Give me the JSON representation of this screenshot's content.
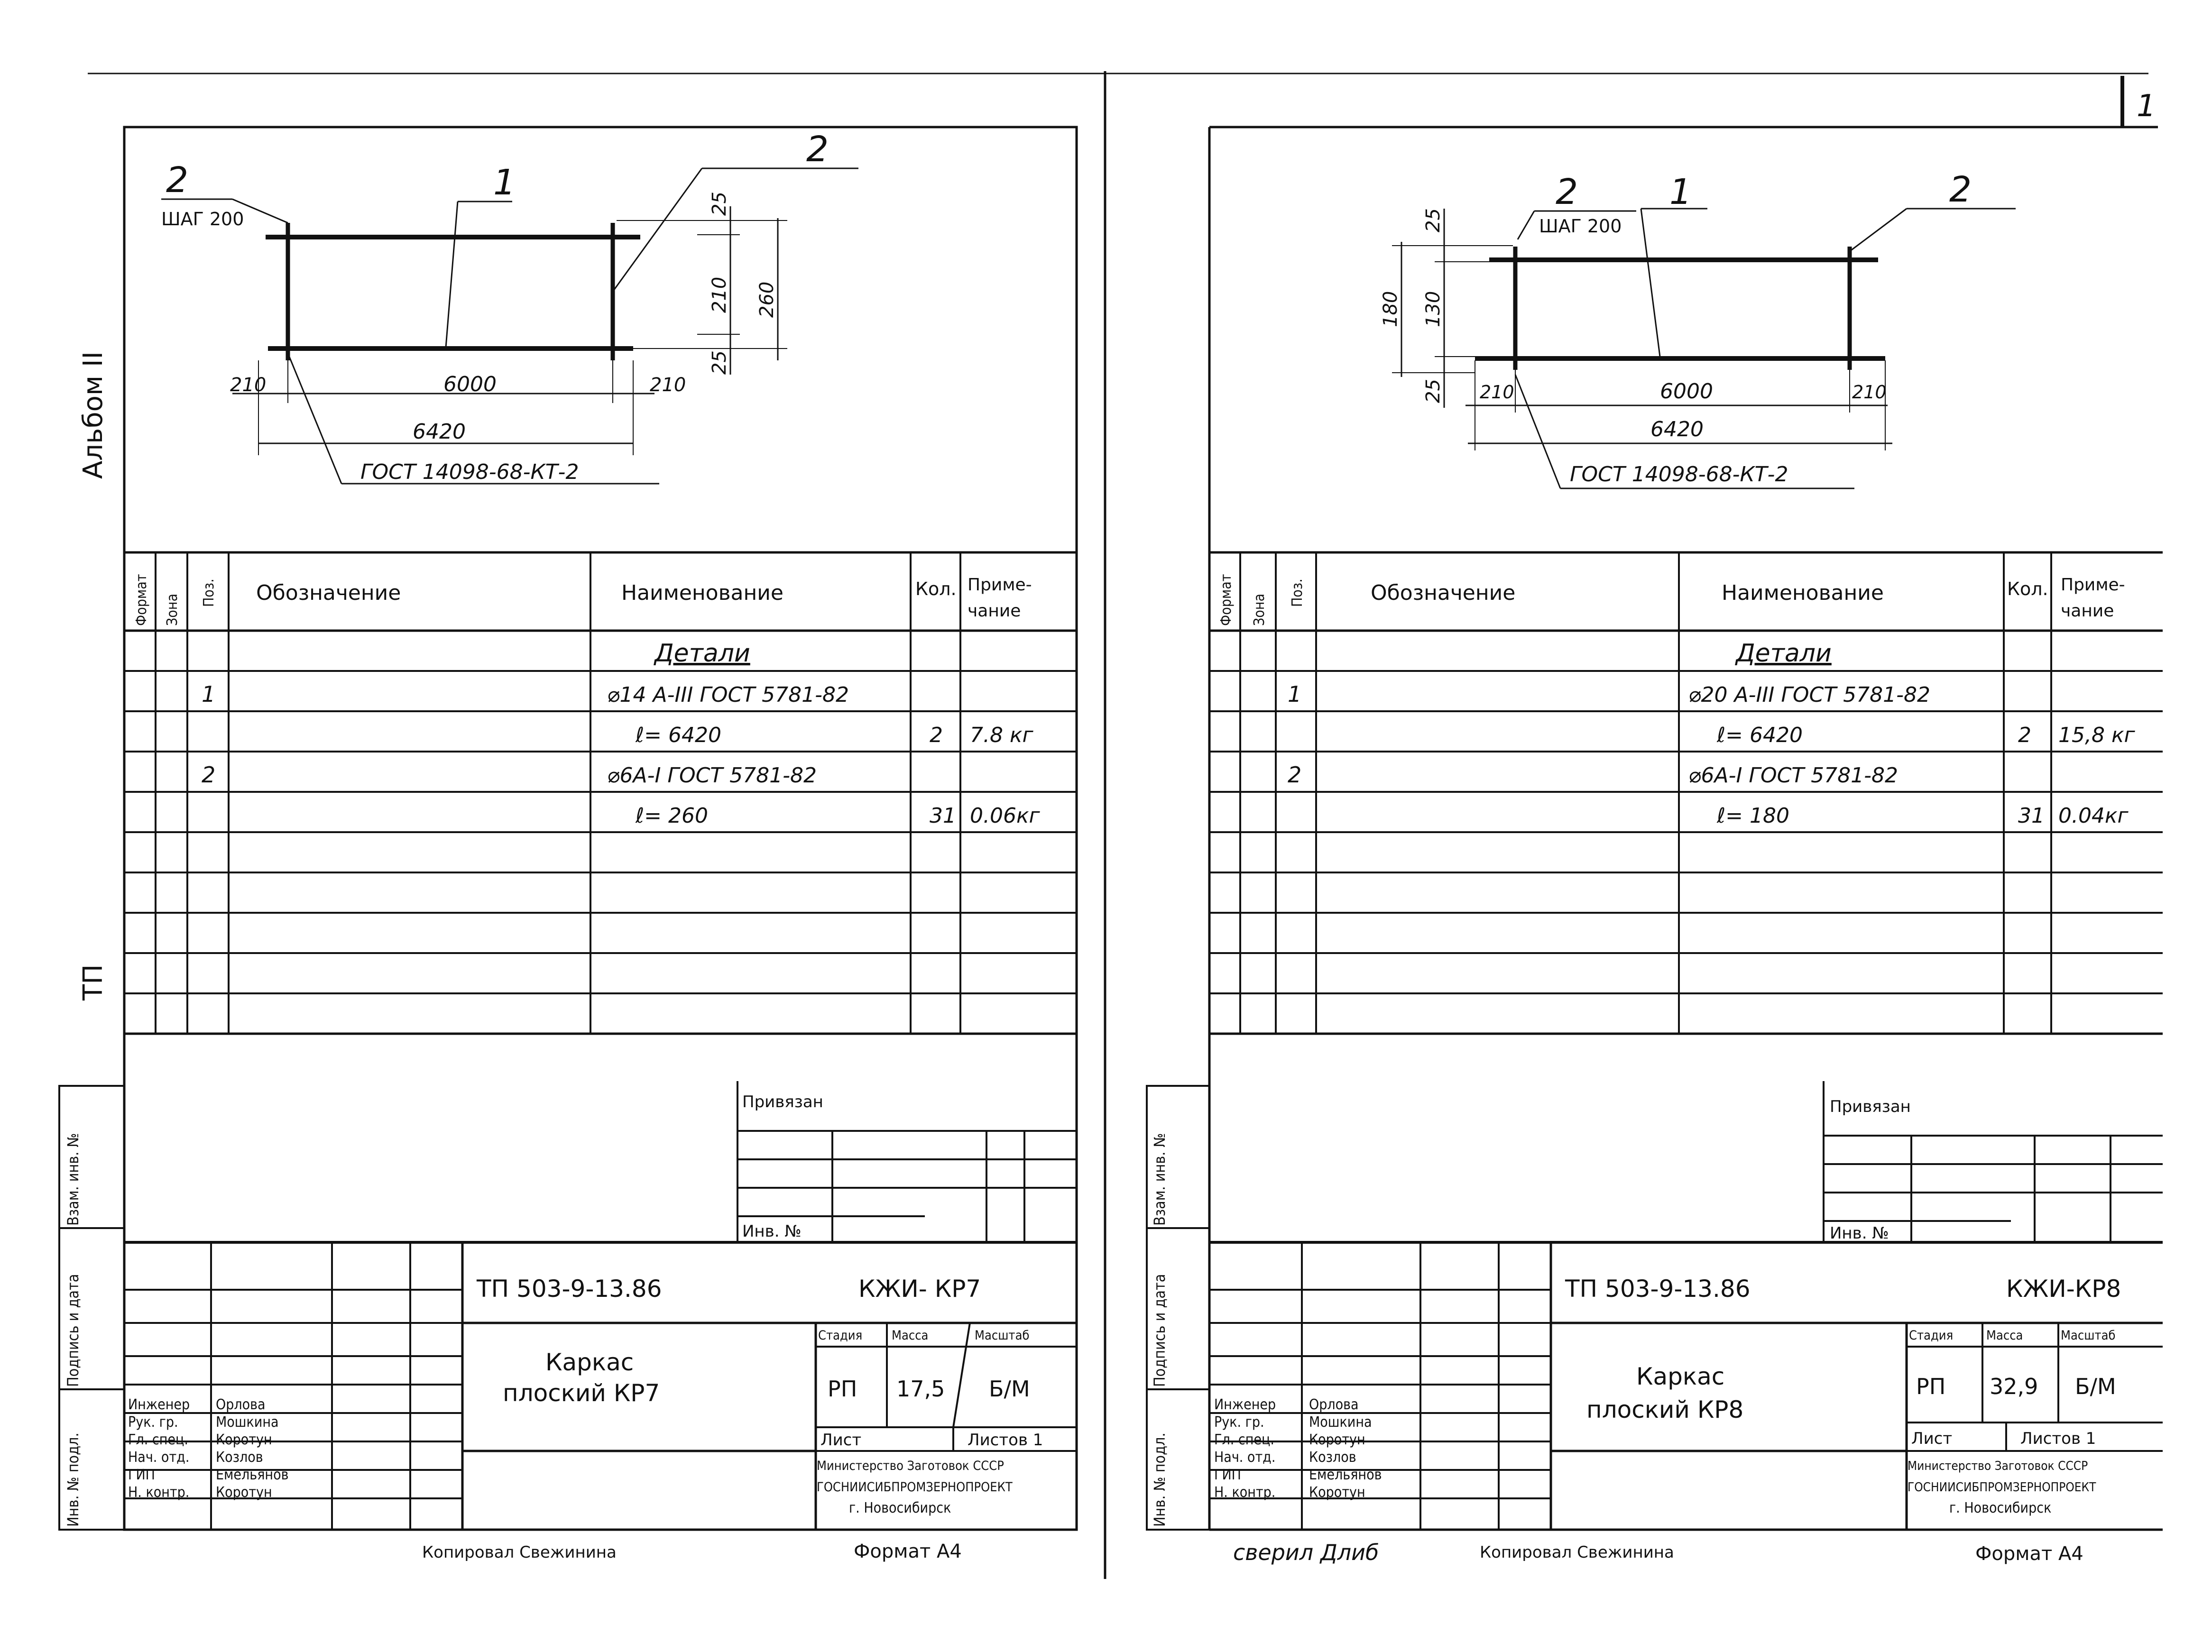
{
  "album_label": "Альбом II",
  "tp_label": "ТП",
  "side_stamp": [
    "Инв. № подл.",
    "Подпись и дата",
    "Взам. инв. №"
  ],
  "headers": {
    "format": "Формат",
    "zone": "Зона",
    "pos": "Поз.",
    "designation": "Обозначение",
    "name": "Наименование",
    "qty": "Кол.",
    "note": "Приме-\nчание"
  },
  "stamp_labels": {
    "privyazan": "Привязан",
    "inv_no": "Инв. №",
    "stage": "Стадия",
    "mass": "Масса",
    "scale": "Масштаб",
    "sheet": "Лист",
    "sheets": "Листов 1",
    "org_line1": "Министерство Заготовок СССР",
    "org_line2": "ГОСНИИСИБПРОМЗЕРНОПРОЕКТ",
    "org_line3": "г. Новосибирск"
  },
  "personnel": [
    {
      "role": "Инженер",
      "name": "Орлова"
    },
    {
      "role": "Рук. гр.",
      "name": "Мошкина"
    },
    {
      "role": "Гл. спец.",
      "name": "Коротун"
    },
    {
      "role": "Нач. отд.",
      "name": "Козлов"
    },
    {
      "role": "ГИП",
      "name": "Емельянов"
    },
    {
      "role": "Н. контр.",
      "name": "Коротун"
    }
  ],
  "sheets": [
    {
      "id": "kp7",
      "drawing": {
        "pos1": "1",
        "pos2_left": "2",
        "pos2_right": "2",
        "step": "ШАГ 200",
        "dim_top": "25",
        "dim_mid": "210",
        "dim_bot": "25",
        "dim_total_h": "260",
        "dim_left": "210",
        "dim_center": "6000",
        "dim_right": "210",
        "dim_total": "6420",
        "gost": "ГОСТ 14098-68-КТ-2"
      },
      "rows": [
        {
          "pos": "",
          "name": "Детали",
          "qty": "",
          "note": ""
        },
        {
          "pos": "1",
          "name": "⌀14 A-III ГОСТ 5781-82",
          "qty": "",
          "note": ""
        },
        {
          "pos": "",
          "name": "ℓ= 6420",
          "qty": "2",
          "note": "7.8 кг"
        },
        {
          "pos": "2",
          "name": "⌀6A-I ГОСТ 5781-82",
          "qty": "",
          "note": ""
        },
        {
          "pos": "",
          "name": "ℓ= 260",
          "qty": "31",
          "note": "0.06кг"
        }
      ],
      "doc_code": "ТП   503-9-13.86",
      "mark": "КЖИ- КР7",
      "title_line1": "Каркас",
      "title_line2": "плоский    КР7",
      "stage": "РП",
      "mass": "17,5",
      "scale": "Б/М",
      "copied": "Копировал Свежинина",
      "format_label": "Формат А4"
    },
    {
      "id": "kp8",
      "drawing": {
        "pos1": "1",
        "pos2_left": "2",
        "pos2_right": "2",
        "step": "ШАГ 200",
        "dim_top": "25",
        "dim_mid": "130",
        "dim_bot": "25",
        "dim_total_h": "180",
        "dim_left": "210",
        "dim_center": "6000",
        "dim_right": "210",
        "dim_total": "6420",
        "gost": "ГОСТ 14098-68-КТ-2"
      },
      "rows": [
        {
          "pos": "",
          "name": "Детали",
          "qty": "",
          "note": ""
        },
        {
          "pos": "1",
          "name": "⌀20 A-III ГОСТ 5781-82",
          "qty": "",
          "note": ""
        },
        {
          "pos": "",
          "name": "ℓ= 6420",
          "qty": "2",
          "note": "15,8 кг"
        },
        {
          "pos": "2",
          "name": "⌀6A-I ГОСТ 5781-82",
          "qty": "",
          "note": ""
        },
        {
          "pos": "",
          "name": "ℓ= 180",
          "qty": "31",
          "note": "0.04кг"
        }
      ],
      "doc_code": "ТП   503-9-13.86",
      "mark": "КЖИ-КР8",
      "title_line1": "Каркас",
      "title_line2": "плоский   КР8",
      "stage": "РП",
      "mass": "32,9",
      "scale": "Б/М",
      "checked": "сверил Длиб",
      "copied": "Копировал Свежинина",
      "format_label": "Формат А4",
      "sheet_no": "1"
    }
  ]
}
